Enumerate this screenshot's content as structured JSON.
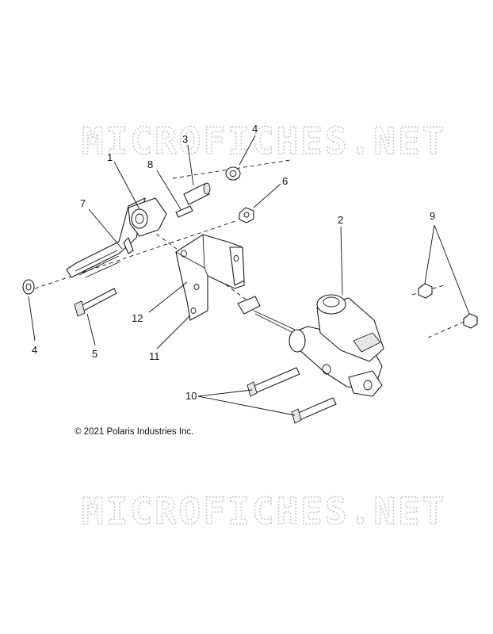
{
  "watermarks": [
    "MICROFICHES.NET",
    "MICROFICHES.NET"
  ],
  "copyright": "© 2021 Polaris Industries Inc.",
  "callouts": {
    "c1": "1",
    "c2": "2",
    "c3": "3",
    "c4a": "4",
    "c4b": "4",
    "c5": "5",
    "c6": "6",
    "c7": "7",
    "c8": "8",
    "c9": "9",
    "c10": "10",
    "c11": "11",
    "c12": "12"
  }
}
